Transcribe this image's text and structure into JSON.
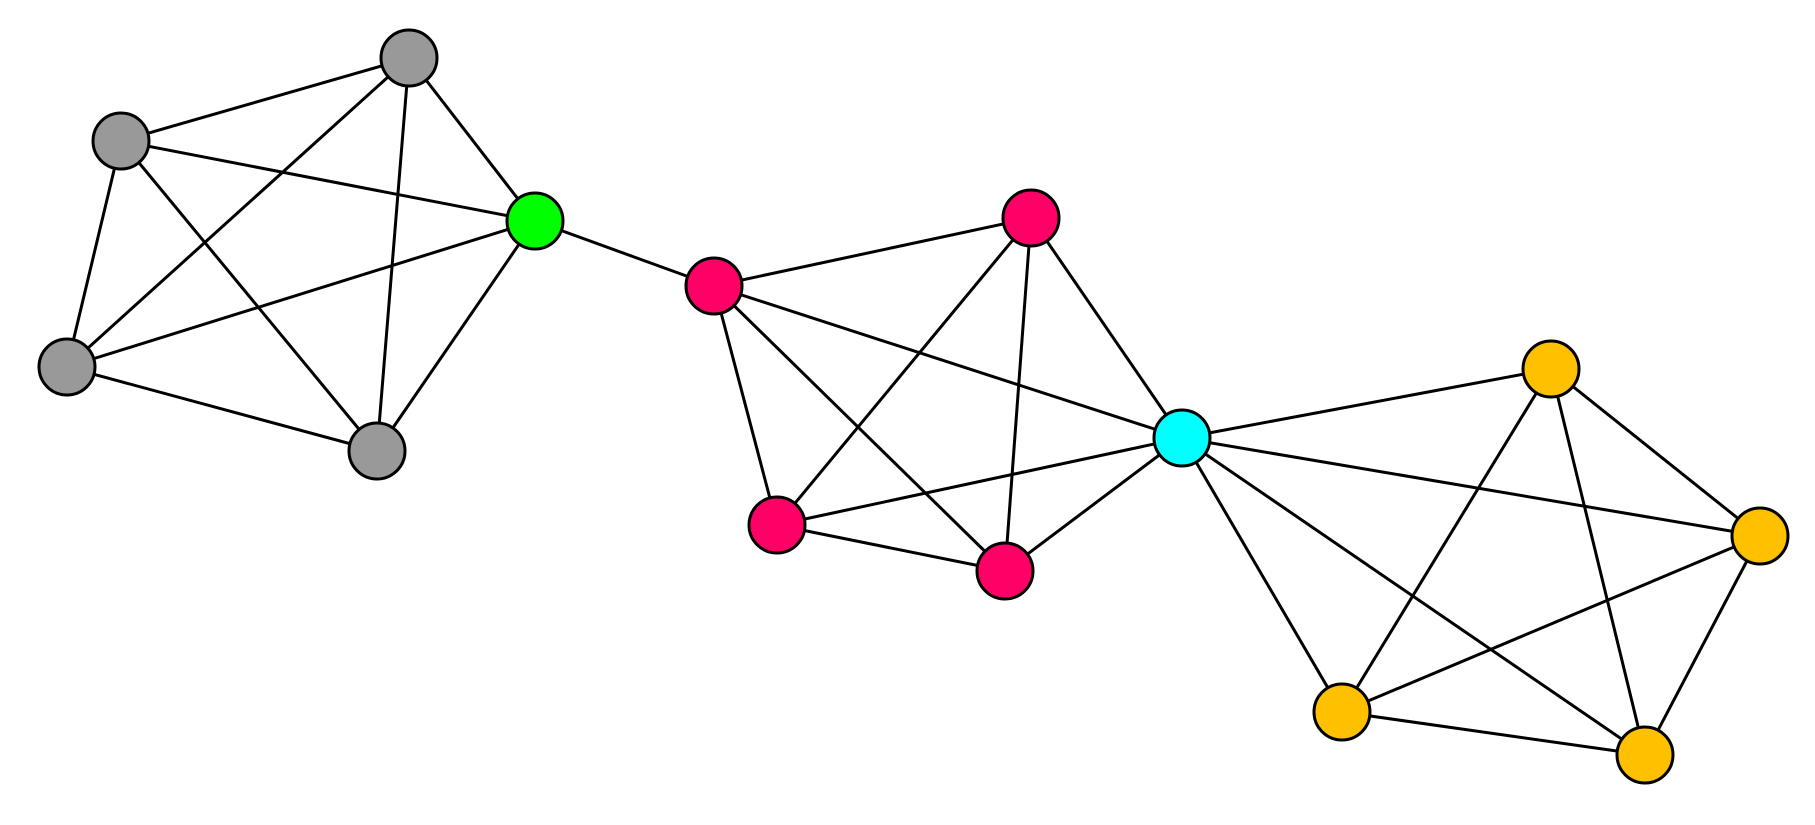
{
  "colors": {
    "edge": "#000000",
    "node_outline": "#000000",
    "gray": "#999999",
    "green": "#00ff00",
    "crimson": "#ff0066",
    "cyan": "#00ffff",
    "amber": "#ffc000"
  },
  "graph": {
    "nodes": [
      {
        "id": "g1",
        "group": "gray-cluster",
        "color": "gray"
      },
      {
        "id": "g2",
        "group": "gray-cluster",
        "color": "gray"
      },
      {
        "id": "g3",
        "group": "gray-cluster",
        "color": "gray"
      },
      {
        "id": "g4",
        "group": "gray-cluster",
        "color": "gray"
      },
      {
        "id": "hub-green",
        "group": "bridge",
        "color": "green"
      },
      {
        "id": "p1",
        "group": "crimson-cluster",
        "color": "crimson"
      },
      {
        "id": "p2",
        "group": "crimson-cluster",
        "color": "crimson"
      },
      {
        "id": "p3",
        "group": "crimson-cluster",
        "color": "crimson"
      },
      {
        "id": "p4",
        "group": "crimson-cluster",
        "color": "crimson"
      },
      {
        "id": "hub-cyan",
        "group": "bridge",
        "color": "cyan"
      },
      {
        "id": "y1",
        "group": "amber-cluster",
        "color": "amber"
      },
      {
        "id": "y2",
        "group": "amber-cluster",
        "color": "amber"
      },
      {
        "id": "y3",
        "group": "amber-cluster",
        "color": "amber"
      },
      {
        "id": "y4",
        "group": "amber-cluster",
        "color": "amber"
      }
    ],
    "edges": [
      [
        "g1",
        "g2"
      ],
      [
        "g1",
        "g3"
      ],
      [
        "g1",
        "g4"
      ],
      [
        "g1",
        "hub-green"
      ],
      [
        "g2",
        "g3"
      ],
      [
        "g2",
        "g4"
      ],
      [
        "g2",
        "hub-green"
      ],
      [
        "g3",
        "g4"
      ],
      [
        "g3",
        "hub-green"
      ],
      [
        "g4",
        "hub-green"
      ],
      [
        "hub-green",
        "p1"
      ],
      [
        "p1",
        "p2"
      ],
      [
        "p1",
        "p3"
      ],
      [
        "p1",
        "p4"
      ],
      [
        "p1",
        "hub-cyan"
      ],
      [
        "p2",
        "p3"
      ],
      [
        "p2",
        "p4"
      ],
      [
        "p2",
        "hub-cyan"
      ],
      [
        "p3",
        "p4"
      ],
      [
        "p3",
        "hub-cyan"
      ],
      [
        "p4",
        "hub-cyan"
      ],
      [
        "hub-cyan",
        "y1"
      ],
      [
        "hub-cyan",
        "y2"
      ],
      [
        "hub-cyan",
        "y3"
      ],
      [
        "hub-cyan",
        "y4"
      ],
      [
        "y1",
        "y2"
      ],
      [
        "y1",
        "y3"
      ],
      [
        "y1",
        "y4"
      ],
      [
        "y2",
        "y3"
      ],
      [
        "y2",
        "y4"
      ],
      [
        "y3",
        "y4"
      ]
    ]
  }
}
